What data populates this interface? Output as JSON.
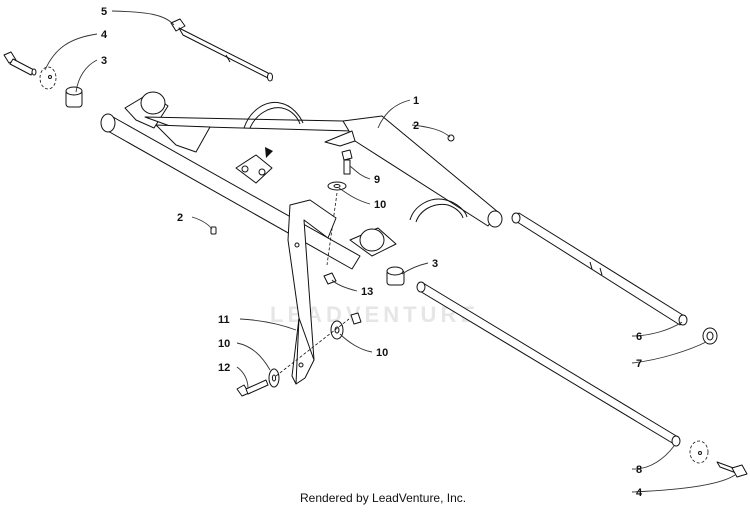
{
  "watermark": "LEADVENTURE",
  "footer": "Rendered by LeadVenture, Inc.",
  "callouts": {
    "c5": "5",
    "c4a": "4",
    "c3a": "3",
    "c1": "1",
    "c2a": "2",
    "c9": "9",
    "c10a": "10",
    "c2b": "2",
    "c3b": "3",
    "c13": "13",
    "c11": "11",
    "c10b": "10",
    "c10c": "10",
    "c12": "12",
    "c6": "6",
    "c7": "7",
    "c8": "8",
    "c4b": "4"
  }
}
